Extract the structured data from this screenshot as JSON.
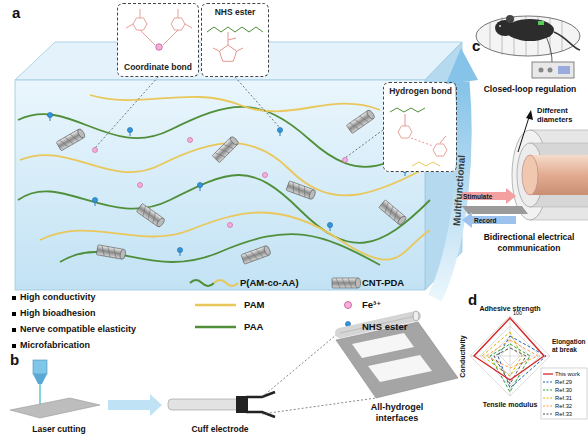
{
  "diagram": {
    "nodes": [
      {
        "text": [
          "Coordinate bond"
        ]
      },
      {
        "text": [
          "NHS ester"
        ]
      },
      {
        "text": [
          "Hydrogen bond"
        ]
      }
    ],
    "labels": [
      "a",
      "High conductivity",
      "High bioadhesion",
      "Nerve compatible elasticity",
      "Microfabrication",
      "b",
      "Laser cutting",
      "Cuff electrode",
      "All-hydrogel interfaces",
      "Multifunctional",
      "c",
      "Closed-loop regulation",
      "Different diameters",
      "Stimulate",
      "Record",
      "Bidirectional electrical communication",
      "d",
      "Adhesive strength",
      "100",
      "Elongation at break",
      "Conductivity",
      "Tensile modulus"
    ],
    "legend": [
      {
        "text": "P(AM-co-AA)"
      },
      {
        "text": "CNT-PDA"
      },
      {
        "text": "PAM"
      },
      {
        "text": "Fe³⁺"
      },
      {
        "text": "PAA"
      },
      {
        "text": "NHS ester"
      },
      {
        "text": "This work"
      },
      {
        "text": "Ref.29"
      },
      {
        "text": "Ref.30"
      },
      {
        "text": "Ref.31"
      },
      {
        "text": "Ref.32"
      },
      {
        "text": "Ref.33"
      }
    ]
  }
}
